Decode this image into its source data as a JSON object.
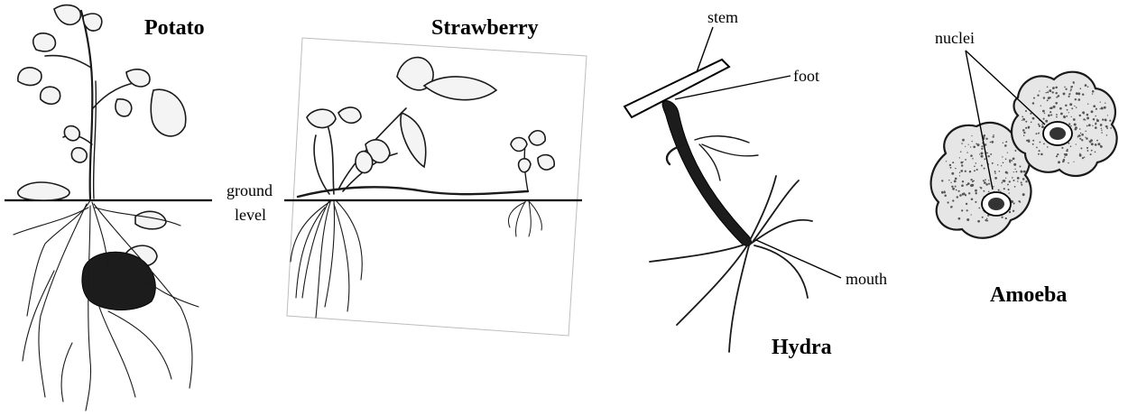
{
  "potato": {
    "title": "Potato"
  },
  "strawberry": {
    "title": "Strawberry",
    "ground_label_line1": "ground",
    "ground_label_line2": "level"
  },
  "hydra": {
    "title": "Hydra",
    "label_stem": "stem",
    "label_foot": "foot",
    "label_mouth": "mouth"
  },
  "amoeba": {
    "title": "Amoeba",
    "label_nuclei": "nuclei"
  }
}
